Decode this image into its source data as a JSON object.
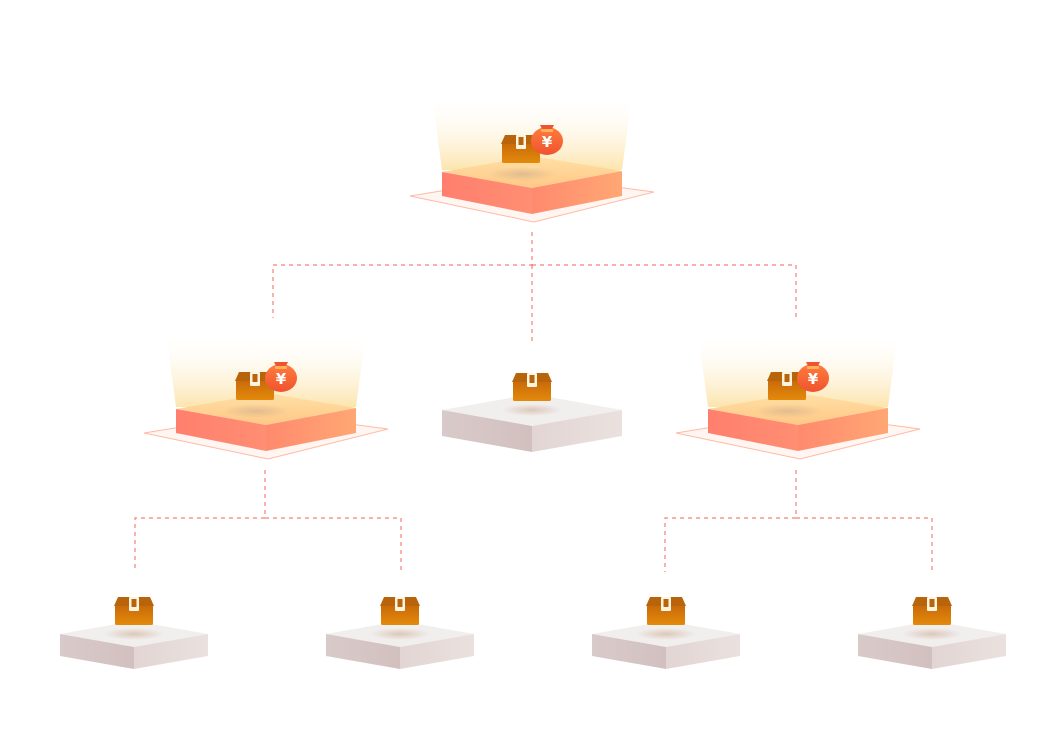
{
  "diagram": {
    "type": "hierarchy",
    "colors": {
      "connector": "#F26B5B",
      "active_top": "#FFCF8C",
      "active_side_left": "#FF7F6E",
      "active_side_right": "#FF9A70",
      "active_glow": "#FCE3A8",
      "inactive_top": "#F1EEEE",
      "inactive_side_left": "#D8C8C8",
      "inactive_side_right": "#E6DCDA",
      "box": "#D97A08",
      "box_lid": "#B8640A",
      "money_bag": "#F4653A",
      "yen": "#FFFFFF"
    },
    "nodes": [
      {
        "id": "root",
        "level": 0,
        "active": true,
        "icons": [
          "package-box-icon",
          "money-bag-icon"
        ],
        "bag_label": "¥"
      },
      {
        "id": "l1-left",
        "level": 1,
        "parent": "root",
        "active": true,
        "icons": [
          "package-box-icon",
          "money-bag-icon"
        ],
        "bag_label": "¥"
      },
      {
        "id": "l1-center",
        "level": 1,
        "parent": "root",
        "active": false,
        "icons": [
          "package-box-icon"
        ]
      },
      {
        "id": "l1-right",
        "level": 1,
        "parent": "root",
        "active": true,
        "icons": [
          "package-box-icon",
          "money-bag-icon"
        ],
        "bag_label": "¥"
      },
      {
        "id": "l2-1",
        "level": 2,
        "parent": "l1-left",
        "active": false,
        "icons": [
          "package-box-icon"
        ]
      },
      {
        "id": "l2-2",
        "level": 2,
        "parent": "l1-left",
        "active": false,
        "icons": [
          "package-box-icon"
        ]
      },
      {
        "id": "l2-3",
        "level": 2,
        "parent": "l1-right",
        "active": false,
        "icons": [
          "package-box-icon"
        ]
      },
      {
        "id": "l2-4",
        "level": 2,
        "parent": "l1-right",
        "active": false,
        "icons": [
          "package-box-icon"
        ]
      }
    ],
    "edges": [
      {
        "from": "root",
        "to": "l1-left"
      },
      {
        "from": "root",
        "to": "l1-center"
      },
      {
        "from": "root",
        "to": "l1-right"
      },
      {
        "from": "l1-left",
        "to": "l2-1"
      },
      {
        "from": "l1-left",
        "to": "l2-2"
      },
      {
        "from": "l1-right",
        "to": "l2-3"
      },
      {
        "from": "l1-right",
        "to": "l2-4"
      }
    ]
  }
}
